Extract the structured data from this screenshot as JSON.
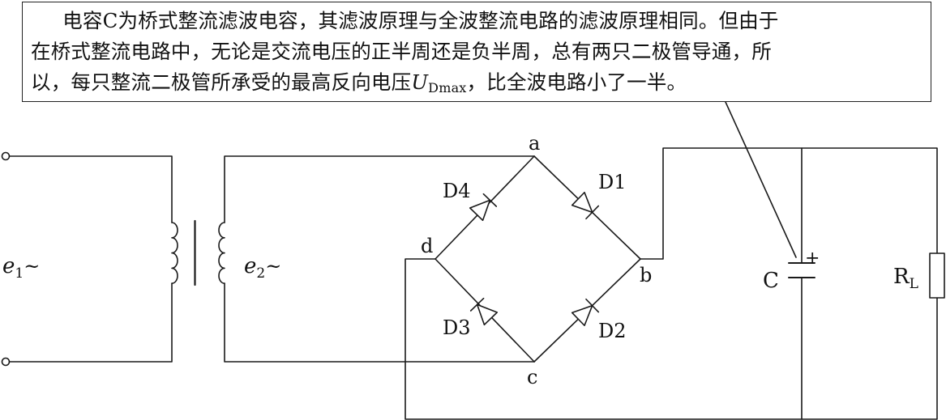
{
  "callout": {
    "line1": "电容C为桥式整流滤波电容，其滤波原理与全波整流电路的滤波原理相同。但由于",
    "line2": "在桥式整流电路中，无论是交流电压的正半周还是负半周，总有两只二极管导通，所",
    "line3_pre": "以，每只整流二极管所承受的最高反向电压",
    "symbol_main": "U",
    "symbol_sub": "Dmax",
    "line3_post": "，比全波电路小了一半。"
  },
  "labels": {
    "e1_main": "e",
    "e1_sub": "1",
    "e1_tilde": "~",
    "e2_main": "e",
    "e2_sub": "2",
    "e2_tilde": "~",
    "node_a": "a",
    "node_b": "b",
    "node_c": "c",
    "node_d": "d",
    "d1": "D1",
    "d2": "D2",
    "d3": "D3",
    "d4": "D4",
    "cap": "C",
    "cap_plus": "+",
    "rl_main": "R",
    "rl_sub": "L"
  },
  "colors": {
    "line": "#1a1a1a",
    "text": "#111111",
    "background": "#ffffff"
  }
}
